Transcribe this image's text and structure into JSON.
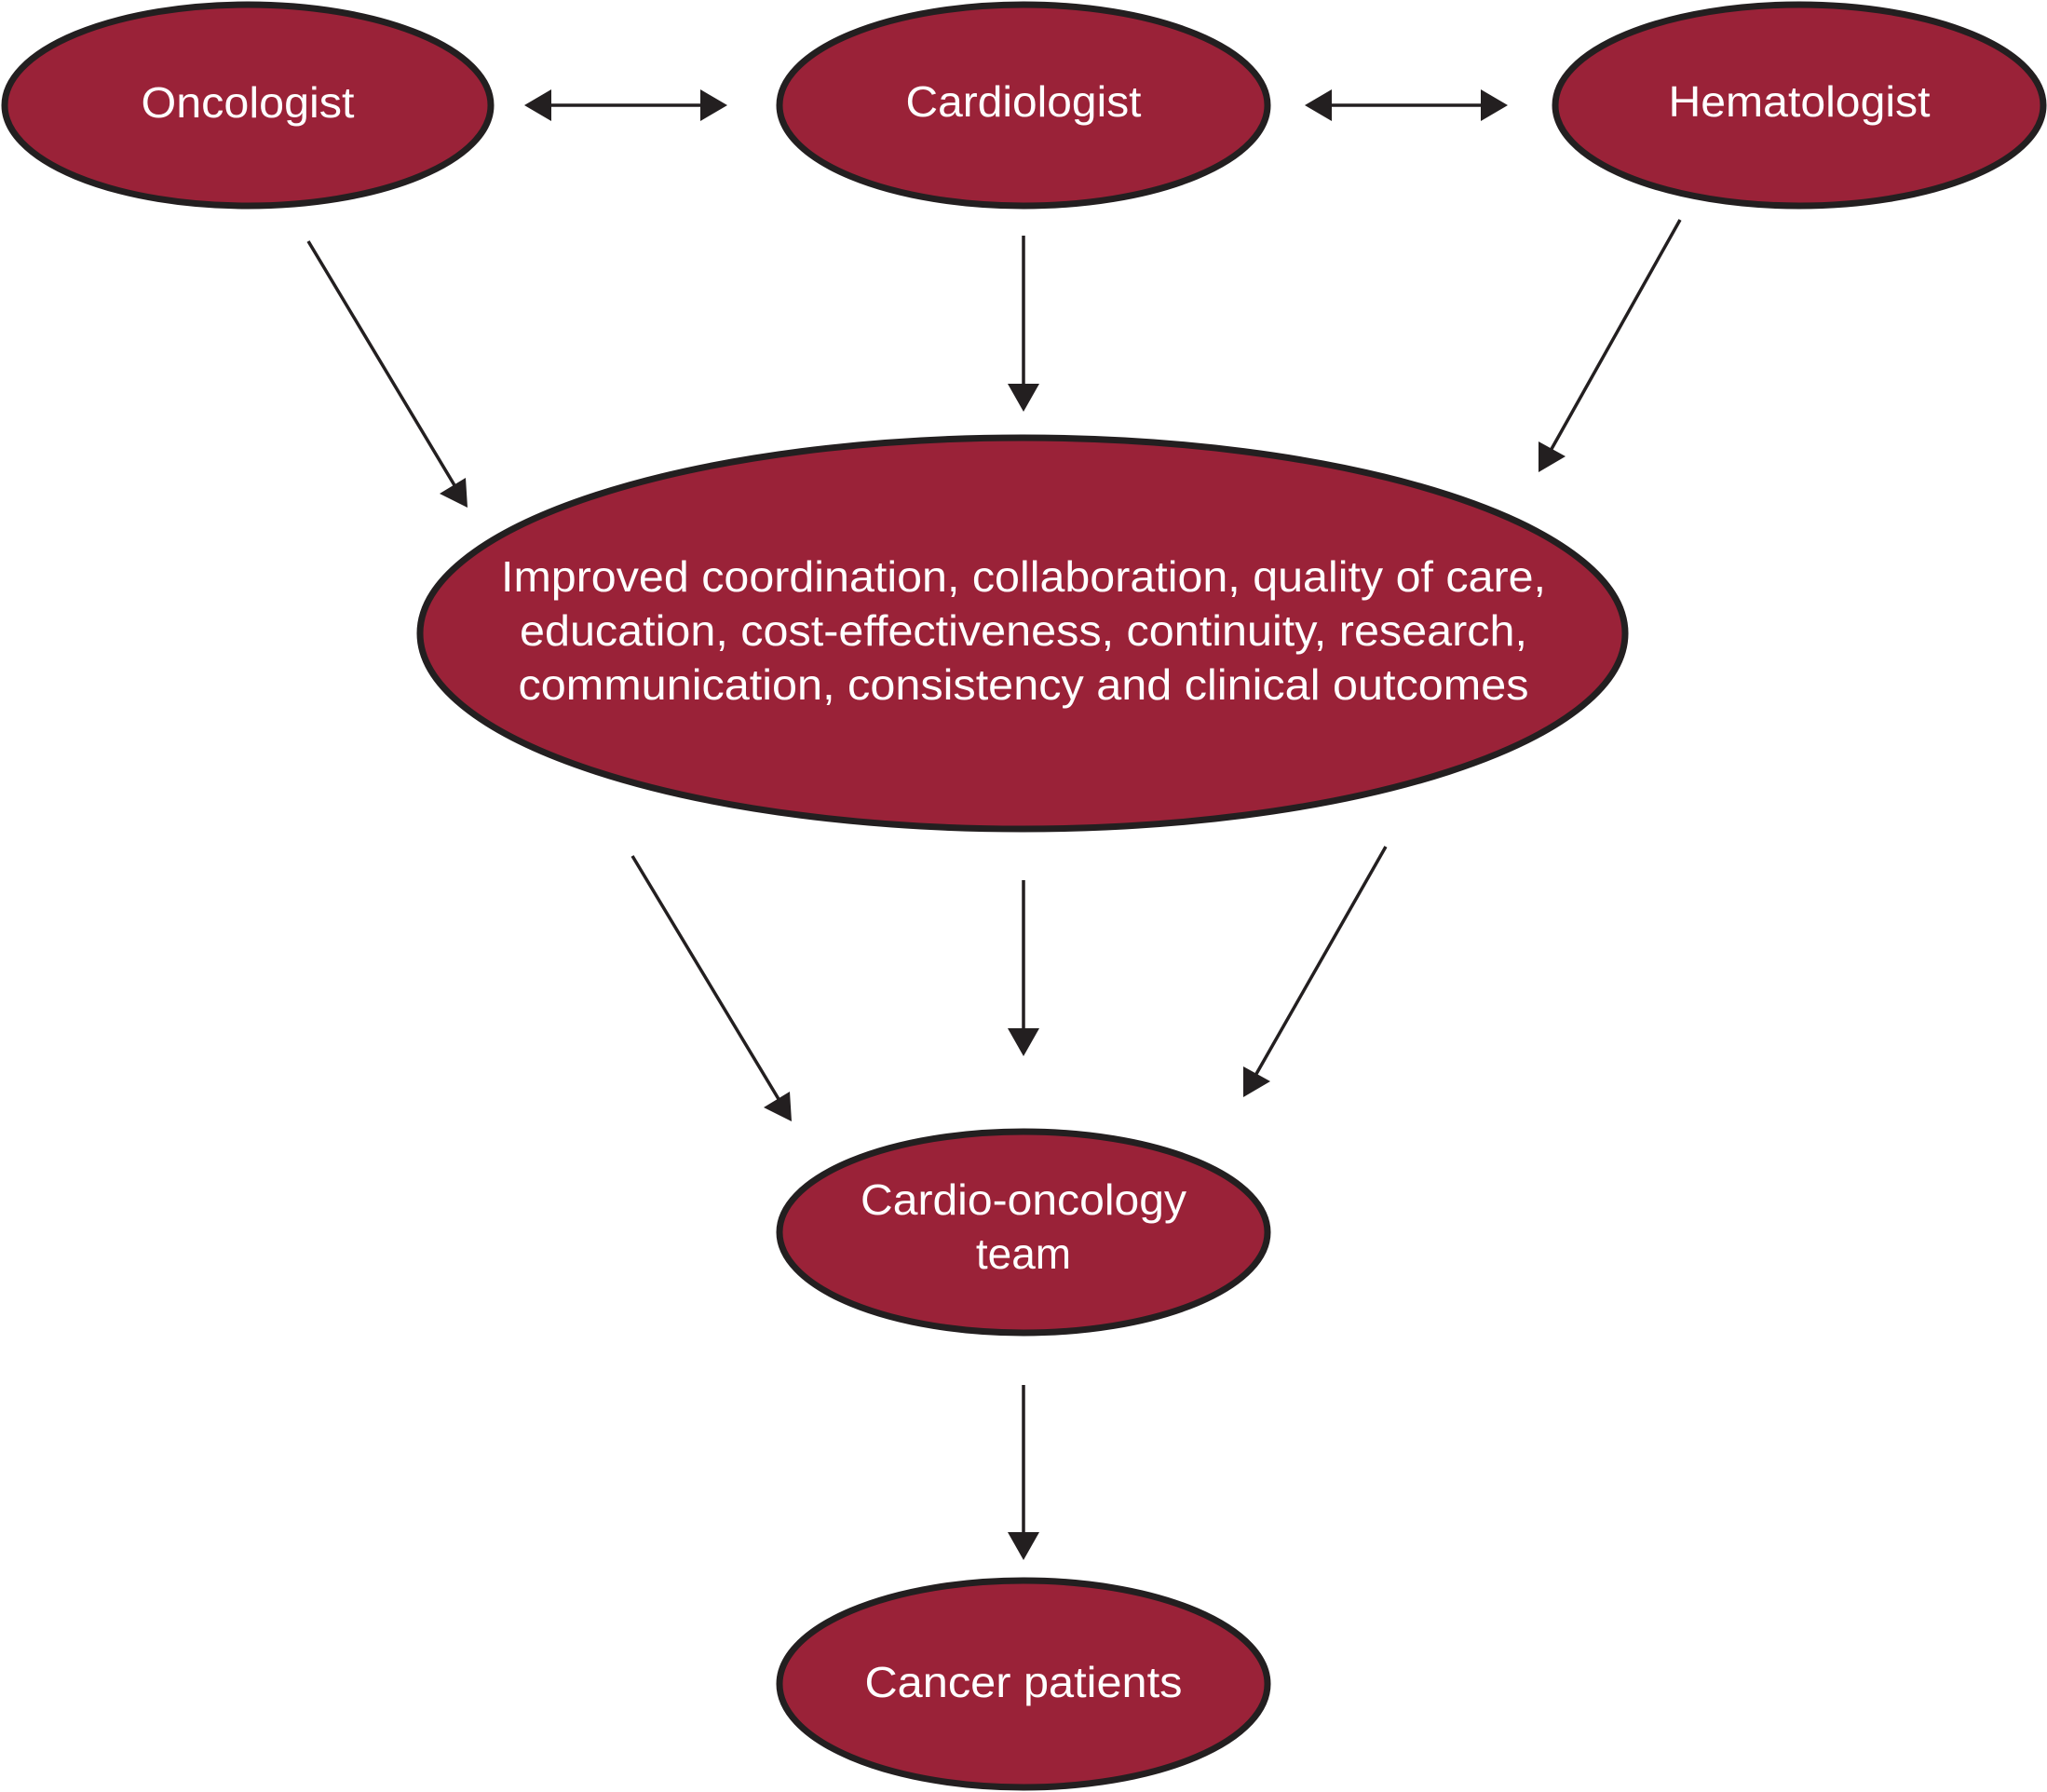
{
  "diagram": {
    "type": "flowchart",
    "colors": {
      "node_fill": "#9A2238",
      "node_stroke": "#231F20",
      "node_text": "#FFFFFF",
      "edge": "#231F20",
      "background": "#FFFFFF"
    },
    "nodes": {
      "oncologist": {
        "lines": [
          "Oncologist"
        ]
      },
      "cardiologist": {
        "lines": [
          "Cardiologist"
        ]
      },
      "hematologist": {
        "lines": [
          "Hematologist"
        ]
      },
      "benefits": {
        "lines": [
          "Improved coordination, collaboration, quality of care,",
          "education, cost-effectiveness, continuity, research,",
          "communication, consistency and clinical outcomes"
        ]
      },
      "team": {
        "lines": [
          "Cardio-oncology",
          "team"
        ]
      },
      "patients": {
        "lines": [
          "Cancer patients"
        ]
      }
    },
    "edges": [
      {
        "from": "oncologist",
        "to": "cardiologist",
        "direction": "bidirectional"
      },
      {
        "from": "cardiologist",
        "to": "hematologist",
        "direction": "bidirectional"
      },
      {
        "from": "oncologist",
        "to": "benefits",
        "direction": "forward"
      },
      {
        "from": "cardiologist",
        "to": "benefits",
        "direction": "forward"
      },
      {
        "from": "hematologist",
        "to": "benefits",
        "direction": "forward"
      },
      {
        "from": "benefits",
        "to": "team",
        "direction": "forward",
        "count": 3
      },
      {
        "from": "team",
        "to": "patients",
        "direction": "forward"
      }
    ]
  }
}
